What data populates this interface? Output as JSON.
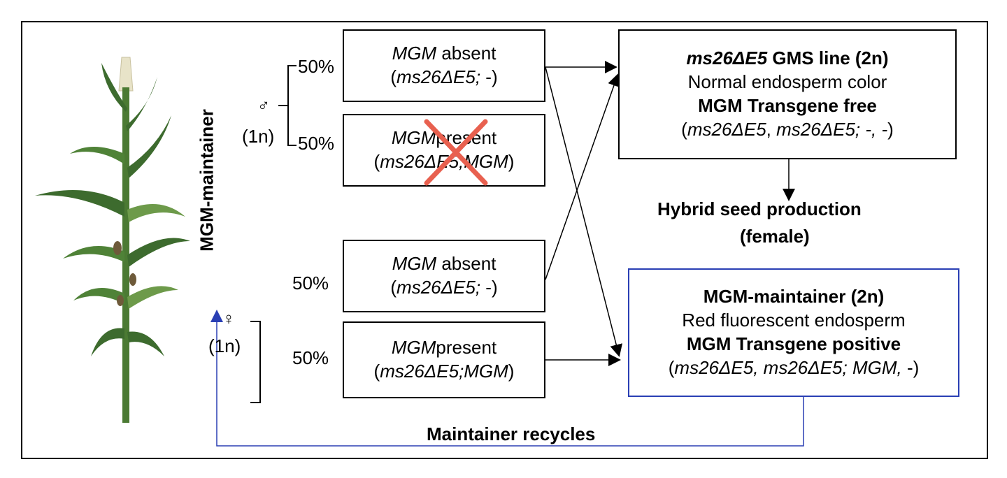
{
  "side_label": "MGM-maintainer",
  "male": {
    "symbol": "♂",
    "ploidy": "(1n)",
    "pct_top": "50%",
    "pct_bottom": "50%"
  },
  "female": {
    "symbol": "♀",
    "ploidy": "(1n)",
    "pct_top": "50%",
    "pct_bottom": "50%"
  },
  "gametes": {
    "m_absent": {
      "line1_italic": "MGM",
      "line1_rest": " absent",
      "line2_open": "(",
      "line2_italic": "ms26ΔE5;",
      "line2_rest": " -)"
    },
    "m_present": {
      "line1_italic": "MGM",
      "line1_rest": "present",
      "line2_open": "(",
      "line2_italic": "ms26ΔE5;MGM",
      "line2_rest": ")"
    },
    "f_absent": {
      "line1_italic": "MGM",
      "line1_rest": " absent",
      "line2_open": "(",
      "line2_italic": "ms26ΔE5;",
      "line2_rest": " -)"
    },
    "f_present": {
      "line1_italic": "MGM",
      "line1_rest": "present",
      "line2_open": "(",
      "line2_italic": "ms26ΔE5;MGM",
      "line2_rest": ")"
    }
  },
  "gms_line": {
    "title_italic": "ms26ΔE5",
    "title_rest": " GMS line (2n)",
    "line2": "Normal endosperm color",
    "line3": "MGM Transgene free",
    "line4_open": "(",
    "line4_italic_a": "ms26ΔE5",
    "line4_comma": ", ",
    "line4_italic_b": "ms26ΔE5; -, -",
    "line4_close": ")"
  },
  "hybrid": {
    "line1": "Hybrid seed production",
    "line2": "(female)"
  },
  "maintainer": {
    "title": "MGM-maintainer (2n)",
    "line2": "Red fluorescent endosperm",
    "line3": "MGM Transgene positive",
    "line4_open": "(",
    "line4_italic": "ms26ΔE5, ms26ΔE5; MGM,",
    "line4_close": " -)"
  },
  "recycle_label": "Maintainer recycles",
  "colors": {
    "blue": "#2a3fb4",
    "cross_red": "#e8604f",
    "leaf_dark": "#3d6b2e",
    "leaf_light": "#6d9a4a",
    "tassel": "#e8e3c8"
  }
}
